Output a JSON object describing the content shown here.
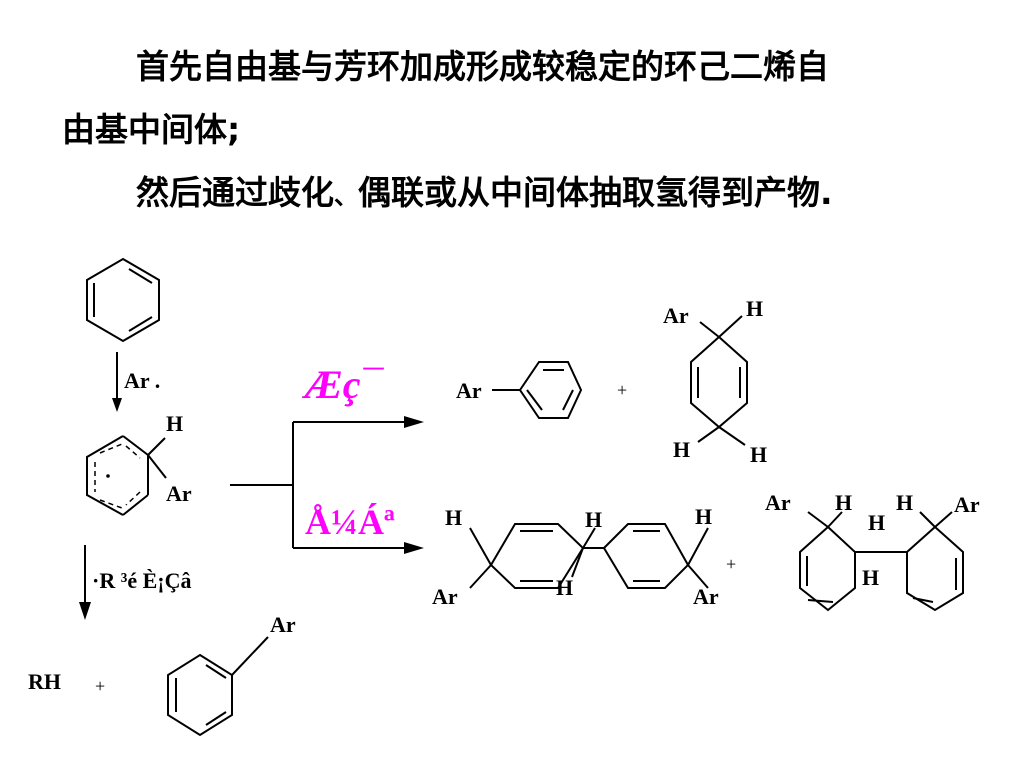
{
  "text": {
    "line1": "首先自由基与芳环加成形成较稳定的环己二烯自",
    "line2": "由基中间体;",
    "line3_main": "然后通过歧化",
    "line3_sep": "、",
    "line3_rest": "偶联或从中间体抽取氢得到产物",
    "line3_end": "."
  },
  "diagram": {
    "ar_radical": "Ar .",
    "ar": "Ar",
    "h": "H",
    "plus": "+",
    "rh": "RH",
    "rh_plus": "+",
    "abstraction_label": "·R ³é È¡Çâ",
    "disproportionation_label": "Æç¯",
    "coupling_label": "Å¼Áª"
  }
}
